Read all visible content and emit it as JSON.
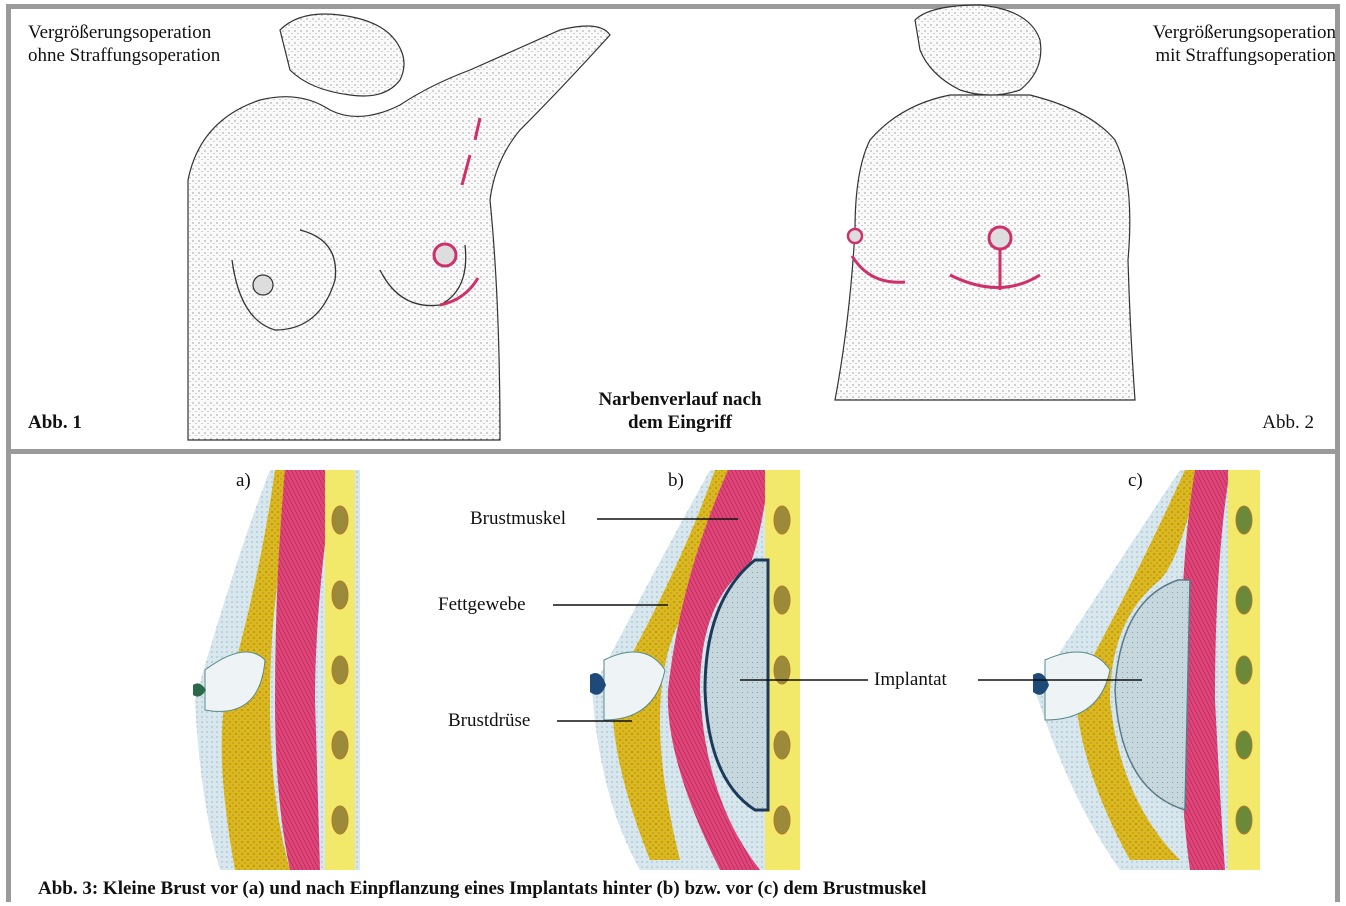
{
  "top": {
    "fig1_title_line1": "Vergrößerungsoperation",
    "fig1_title_line2": "ohne Straffungsoperation",
    "fig2_title_line1": "Vergrößerungsoperation",
    "fig2_title_line2": "mit Straffungsoperation",
    "fig1_label": "Abb. 1",
    "fig2_label": "Abb. 2",
    "center_caption_line1": "Narbenverlauf nach",
    "center_caption_line2": "dem Eingriff"
  },
  "bottom": {
    "panel_a": "a)",
    "panel_b": "b)",
    "panel_c": "c)",
    "label_muscle": "Brustmuskel",
    "label_fat": "Fettgewebe",
    "label_gland": "Brustdrüse",
    "label_implant": "Implantat",
    "caption": "Abb. 3: Kleine Brust vor  (a) und nach Einpflanzung eines Implantats hinter  (b) bzw. vor (c) dem Brustmuskel"
  },
  "colors": {
    "frame": "#9a9a9a",
    "scar": "#d0306a",
    "muscle": "#e0457a",
    "fat": "#d9b820",
    "ribs": "#f2e96a",
    "skin": "#cfe1e8",
    "implant": "#bcd0d6"
  }
}
